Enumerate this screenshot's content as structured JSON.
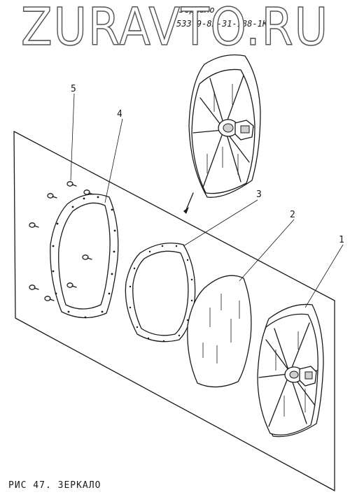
{
  "watermark": "ZURAVTO.RU",
  "assembly_title": "Зеркало",
  "part_number": "533-9-82-31-188-1К",
  "caption": "РИС 47. ЗЕРКАЛО",
  "callouts": [
    "1",
    "2",
    "3",
    "4",
    "5"
  ]
}
